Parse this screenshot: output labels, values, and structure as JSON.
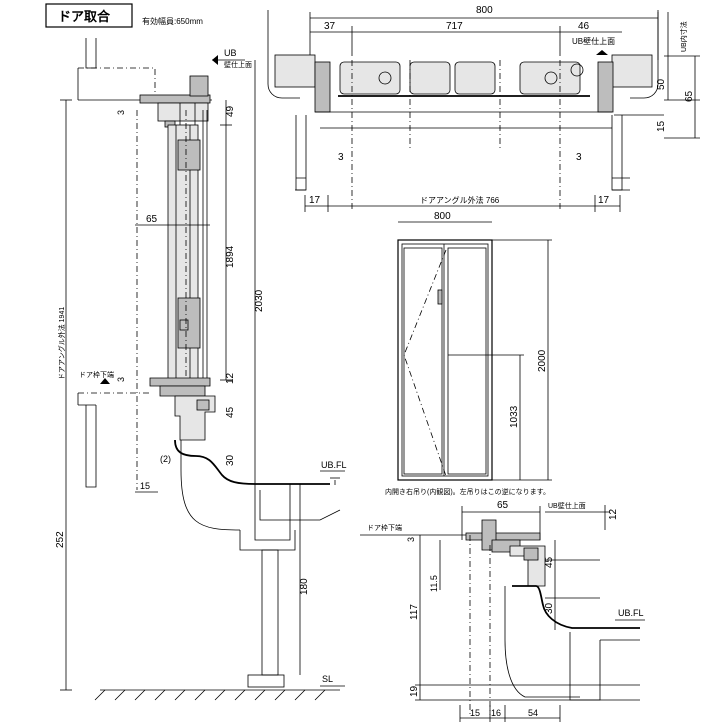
{
  "header": {
    "title": "ドア取合",
    "effective_width": "有効幅員:650mm"
  },
  "side_section": {
    "ub_wall_top_l1": "UB",
    "ub_wall_top_l2": "壁仕上面",
    "door_frame_size": "ドアアングル外法 1941",
    "door_frame_bottom": "ドア枠下端",
    "ub_fl": "UB.FL",
    "sl": "SL",
    "dims": {
      "d3_top": "3",
      "d49": "49",
      "d65": "65",
      "d1894": "1894",
      "d2030": "2030",
      "d3_bottom": "3",
      "d12": "12",
      "d45": "45",
      "d30": "30",
      "d2_paren": "(2)",
      "d15": "15",
      "d252": "252",
      "d180": "180"
    }
  },
  "plan_section": {
    "ub_wall_top": "UB壁仕上面",
    "ub_inner": "UB内寸法",
    "door_frame_outer": "ドアアングル外法 766",
    "dims": {
      "d800": "800",
      "d37": "37",
      "d717": "717",
      "d46": "46",
      "d50": "50",
      "d65": "65",
      "d15": "15",
      "d3_left": "3",
      "d3_right": "3",
      "d17_left": "17",
      "d17_right": "17"
    }
  },
  "elevation": {
    "width_label": "800",
    "height_label": "2000",
    "handle_height_label": "1033",
    "note": "内開き右吊り(内観図)。左吊りはこの逆になります。"
  },
  "detail_section": {
    "ub_wall_top": "UB壁仕上面",
    "door_frame_bottom": "ドア枠下端",
    "ub_fl": "UB.FL",
    "dims": {
      "d65": "65",
      "d12": "12",
      "d3": "3",
      "d11_5": "11.5",
      "d45": "45",
      "d117": "117",
      "d30": "30",
      "d19": "19",
      "d15": "15",
      "d16": "16",
      "d54": "54"
    }
  }
}
